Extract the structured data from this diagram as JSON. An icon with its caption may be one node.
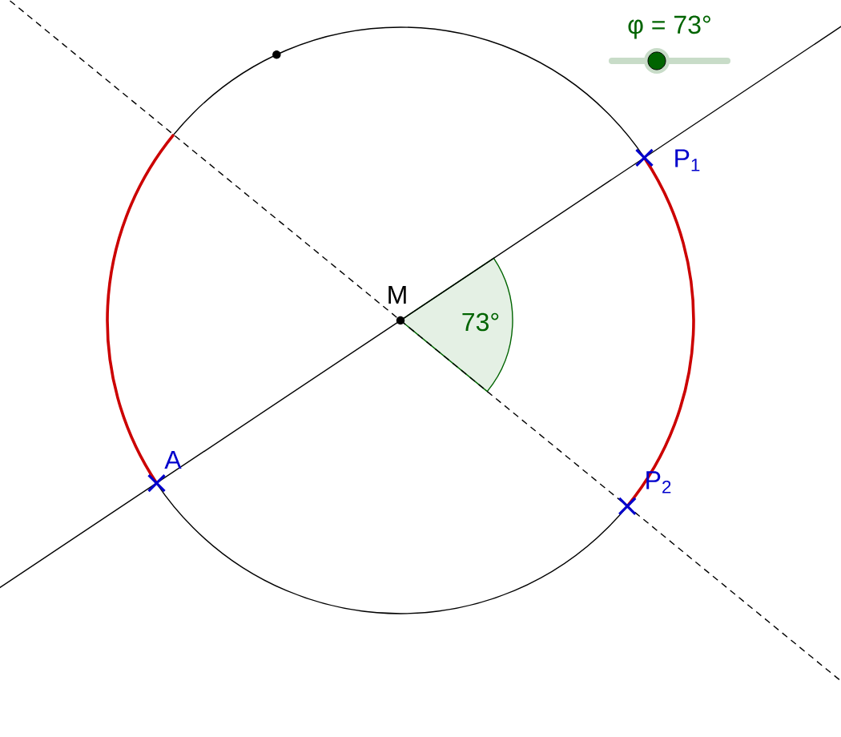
{
  "diagram": {
    "labels": [
      "φ = 73°",
      "P$_{1}$",
      "M",
      "73°",
      "A",
      "P$_{2}$"
    ]
  }
}
